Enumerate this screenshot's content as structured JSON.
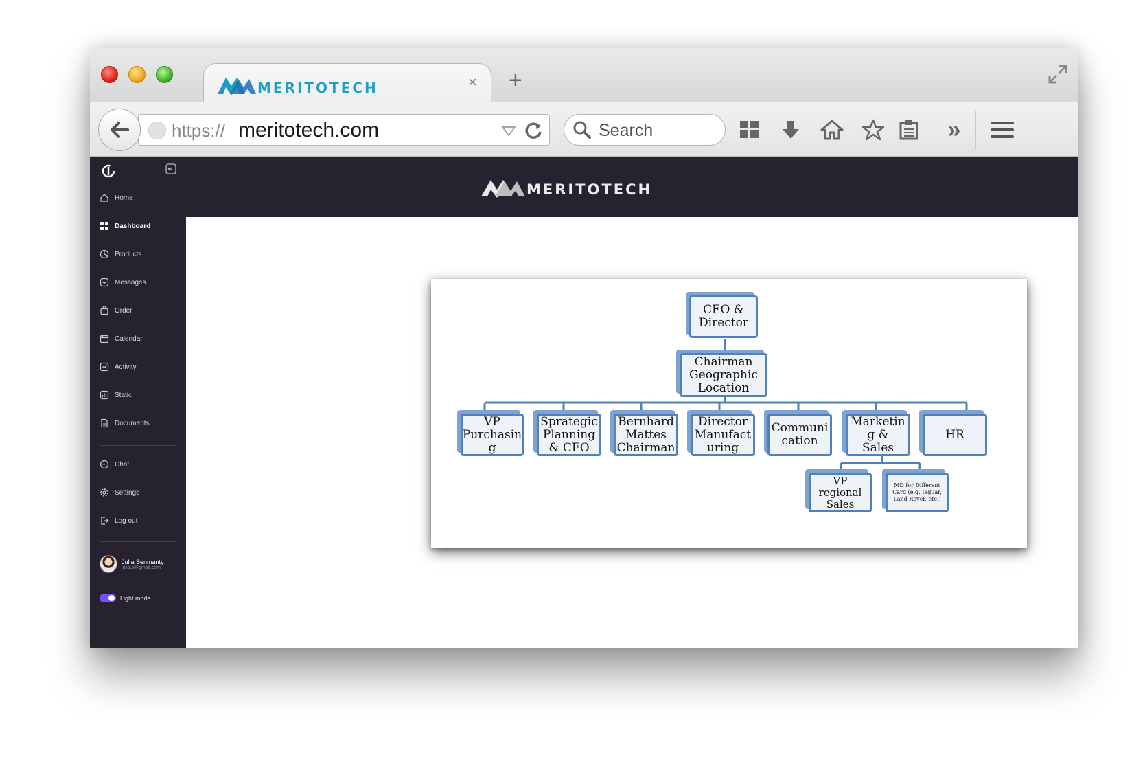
{
  "browser": {
    "tab_title": "MERITOTECH",
    "tab_close": "×",
    "new_tab": "+",
    "url_scheme": "https://",
    "url_host": "meritotech.com",
    "search_placeholder": "Search",
    "more": "»"
  },
  "header": {
    "logo_text": "MERITOTECH"
  },
  "sidebar": {
    "items": [
      {
        "label": "Home",
        "icon": "home-icon"
      },
      {
        "label": "Dashboard",
        "icon": "dashboard-icon",
        "active": true
      },
      {
        "label": "Products",
        "icon": "products-icon"
      },
      {
        "label": "Messages",
        "icon": "messages-icon"
      },
      {
        "label": "Order",
        "icon": "order-icon"
      },
      {
        "label": "Calendar",
        "icon": "calendar-icon"
      },
      {
        "label": "Activity",
        "icon": "activity-icon"
      },
      {
        "label": "Static",
        "icon": "static-icon"
      },
      {
        "label": "Documents",
        "icon": "documents-icon"
      }
    ],
    "secondary": [
      {
        "label": "Chat",
        "icon": "chat-icon"
      },
      {
        "label": "Settings",
        "icon": "settings-icon"
      },
      {
        "label": "Log out",
        "icon": "logout-icon"
      }
    ],
    "user": {
      "name": "Julia Senmanty",
      "email": "julia.s@gmail.com"
    },
    "mode_label": "Light mode"
  },
  "org_chart": {
    "ceo": "CEO &\nDirector",
    "chairman": "Chairman\nGeographic\nLocation",
    "departments": [
      "VP\nPurchasin\ng",
      "Sprategic\nPlanning\n& CFO",
      "Bernhard\nMattes\nChairman",
      "Director\nManufact\nuring",
      "Communi\ncation",
      "Marketin\ng & Sales",
      "HR"
    ],
    "sub_units": [
      "VP regional\nSales",
      "MD for Different\nCard (e.g. Jaguar,\nLand Rover, etc.)"
    ]
  }
}
